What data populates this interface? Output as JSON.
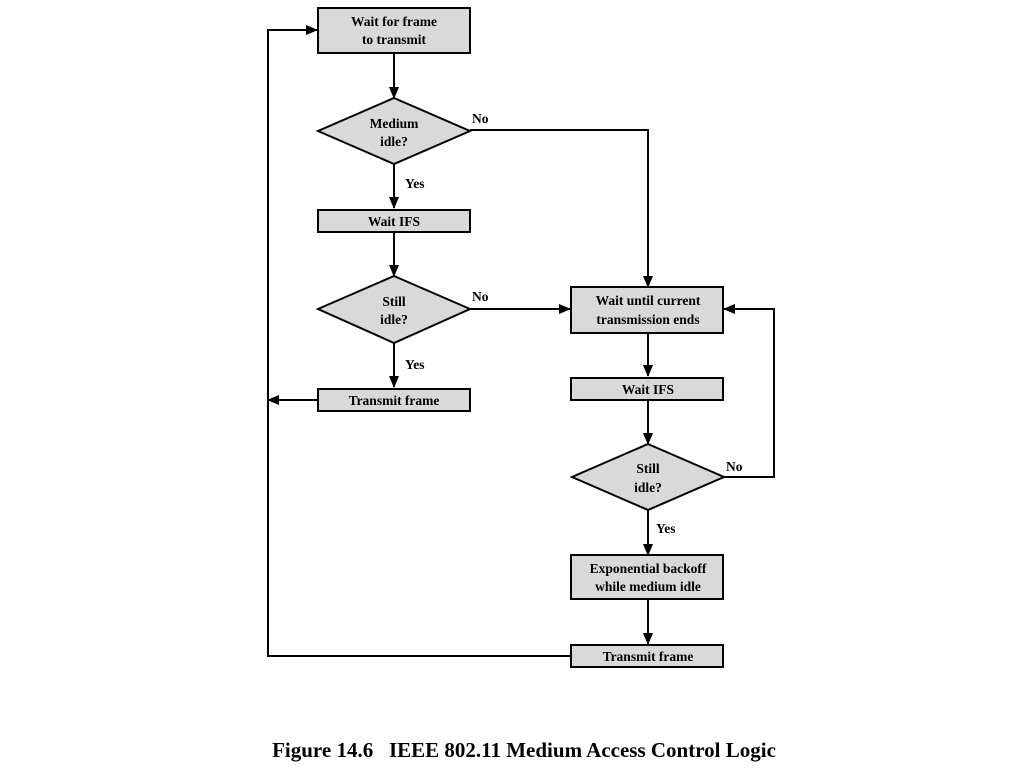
{
  "diagram": {
    "nodes": {
      "wait_frame": {
        "lines": [
          "Wait for frame",
          "to transmit"
        ]
      },
      "medium_idle": {
        "lines": [
          "Medium",
          "idle?"
        ]
      },
      "wait_ifs_1": {
        "lines": [
          "Wait IFS"
        ]
      },
      "still_idle_1": {
        "lines": [
          "Still",
          "idle?"
        ]
      },
      "transmit_1": {
        "lines": [
          "Transmit frame"
        ]
      },
      "wait_until": {
        "lines": [
          "Wait until current",
          "transmission ends"
        ]
      },
      "wait_ifs_2": {
        "lines": [
          "Wait IFS"
        ]
      },
      "still_idle_2": {
        "lines": [
          "Still",
          "idle?"
        ]
      },
      "backoff": {
        "lines": [
          "Exponential backoff",
          "while medium idle"
        ]
      },
      "transmit_2": {
        "lines": [
          "Transmit frame"
        ]
      }
    },
    "edges": {
      "medium_idle_no": "No",
      "medium_idle_yes": "Yes",
      "still_idle_1_no": "No",
      "still_idle_1_yes": "Yes",
      "still_idle_2_no": "No",
      "still_idle_2_yes": "Yes"
    }
  },
  "caption": "Figure 14.6   IEEE 802.11 Medium Access Control Logic"
}
